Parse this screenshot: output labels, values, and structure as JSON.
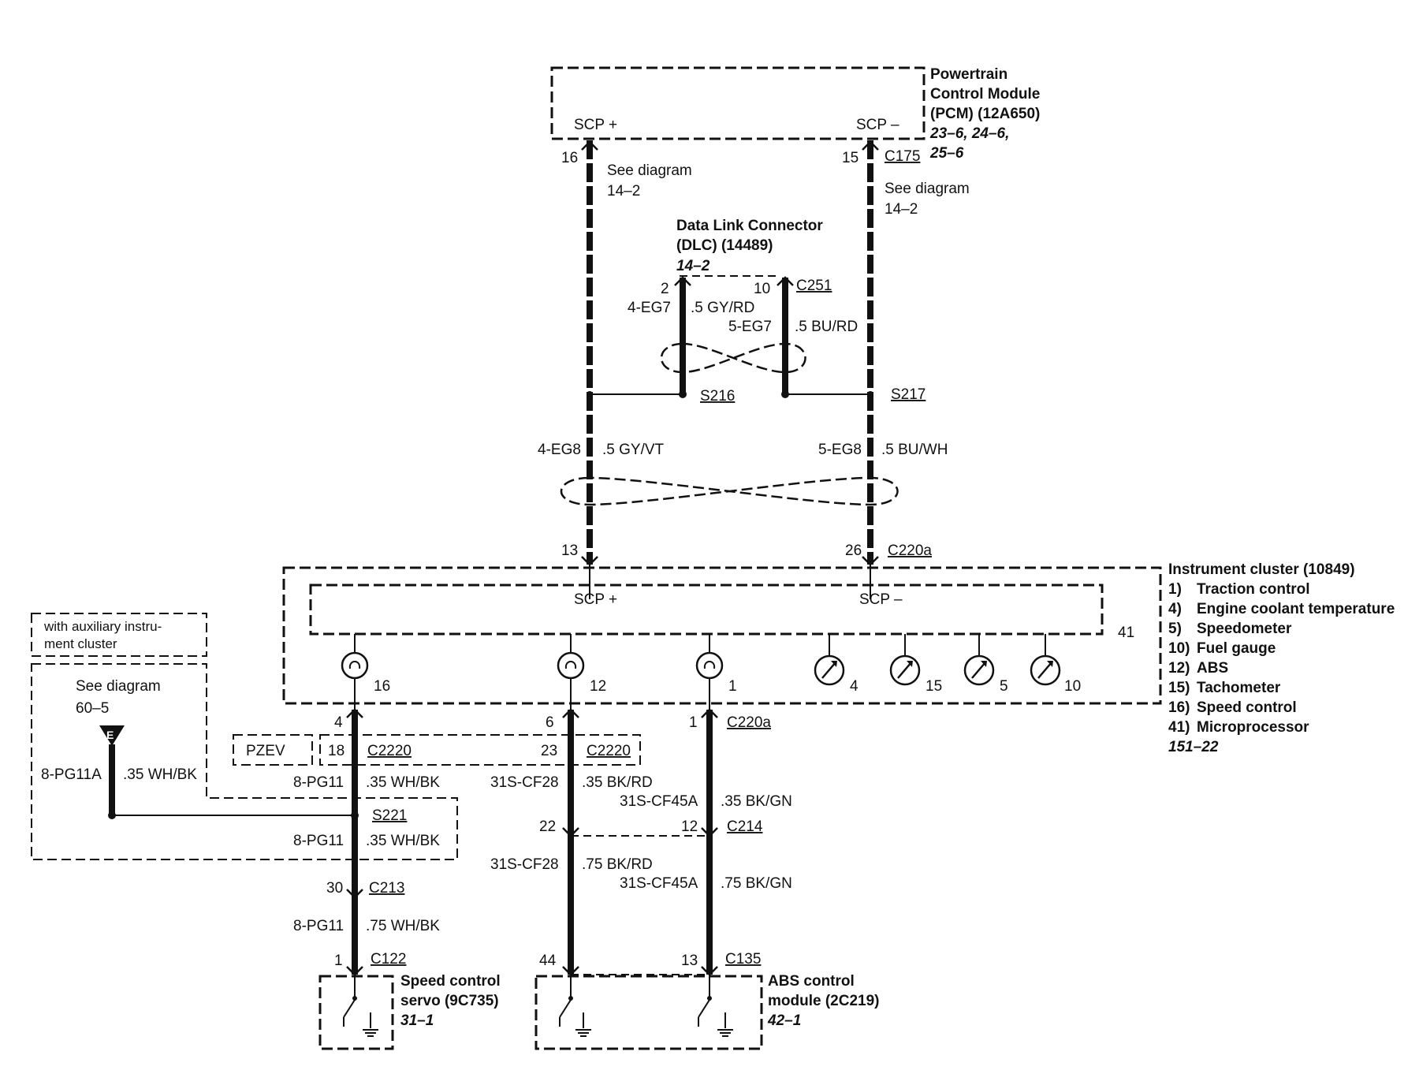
{
  "pcm": {
    "title_1": "Powertrain",
    "title_2": "Control Module",
    "title_3": "(PCM) (12A650)",
    "ref_1": "23–6, 24–6,",
    "ref_2": "25–6",
    "scp_plus": "SCP +",
    "scp_minus": "SCP –",
    "pin_left": "16",
    "pin_right": "15",
    "connector": "C175"
  },
  "see_diagram_left": {
    "line1": "See diagram",
    "line2": "14–2"
  },
  "see_diagram_right": {
    "line1": "See diagram",
    "line2": "14–2"
  },
  "dlc": {
    "title_1": "Data Link Connector",
    "title_2": "(DLC) (14489)",
    "ref": "14–2",
    "pin_left": "2",
    "pin_right": "10",
    "connector": "C251",
    "wire_left_circuit": "4-EG7",
    "wire_left_gauge": ".5 GY/RD",
    "wire_right_circuit": "5-EG7",
    "wire_right_gauge": ".5 BU/RD"
  },
  "splices": {
    "left": "S216",
    "right": "S217",
    "s221": "S221"
  },
  "bus_wires": {
    "left_circuit": "4-EG8",
    "left_gauge": ".5 GY/VT",
    "right_circuit": "5-EG8",
    "right_gauge": ".5 BU/WH"
  },
  "cluster_connector": {
    "pin_left": "13",
    "pin_right": "26",
    "name": "C220a"
  },
  "cluster": {
    "title": "Instrument cluster (10849)",
    "scp_plus": "SCP +",
    "scp_minus": "SCP –",
    "micro_label": "41",
    "legend": [
      {
        "num": "1)",
        "text": "Traction control"
      },
      {
        "num": "4)",
        "text": "Engine coolant temperature"
      },
      {
        "num": "5)",
        "text": "Speedometer"
      },
      {
        "num": "10)",
        "text": "Fuel gauge"
      },
      {
        "num": "12)",
        "text": "ABS"
      },
      {
        "num": "15)",
        "text": "Tachometer"
      },
      {
        "num": "16)",
        "text": "Speed control"
      },
      {
        "num": "41)",
        "text": "Microprocessor"
      }
    ],
    "ref": "151–22",
    "lamps": [
      "16",
      "12",
      "1"
    ],
    "gauges": [
      "4",
      "15",
      "5",
      "10"
    ]
  },
  "aux": {
    "note_1": "with auxiliary instru-",
    "note_2": "ment cluster",
    "see_1": "See diagram",
    "see_2": "60–5",
    "ground_letter": "E",
    "circuit": "8-PG11A",
    "gauge": ".35 WH/BK"
  },
  "pzev": "PZEV",
  "lower": {
    "c220a_pin_a": "4",
    "c220a_pin_b": "6",
    "c220a_pin_c": "1",
    "c220a_name": "C220a",
    "c2220_pin_a": "18",
    "c2220_name_a": "C2220",
    "c2220_pin_b": "23",
    "c2220_name_b": "C2220",
    "wire1_circuit": "8-PG11",
    "wire1_gauge": ".35 WH/BK",
    "wire2_circuit": "8-PG11",
    "wire2_gauge": ".35 WH/BK",
    "wire3_circuit": "8-PG11",
    "wire3_gauge": ".75 WH/BK",
    "c213_pin": "30",
    "c213_name": "C213",
    "c122_pin": "1",
    "c122_name": "C122",
    "mid1_circuit": "31S-CF28",
    "mid1_gauge": ".35 BK/RD",
    "mid2_circuit": "31S-CF28",
    "mid2_gauge": ".75 BK/RD",
    "r1_circuit": "31S-CF45A",
    "r1_gauge": ".35 BK/GN",
    "r2_circuit": "31S-CF45A",
    "r2_gauge": ".75 BK/GN",
    "c214_pin_a": "22",
    "c214_pin_b": "12",
    "c214_name": "C214",
    "c135_pin_a": "44",
    "c135_pin_b": "13",
    "c135_name": "C135"
  },
  "servo": {
    "title_1": "Speed control",
    "title_2": "servo (9C735)",
    "ref": "31–1"
  },
  "abs": {
    "title_1": "ABS control",
    "title_2": "module (2C219)",
    "ref": "42–1"
  }
}
